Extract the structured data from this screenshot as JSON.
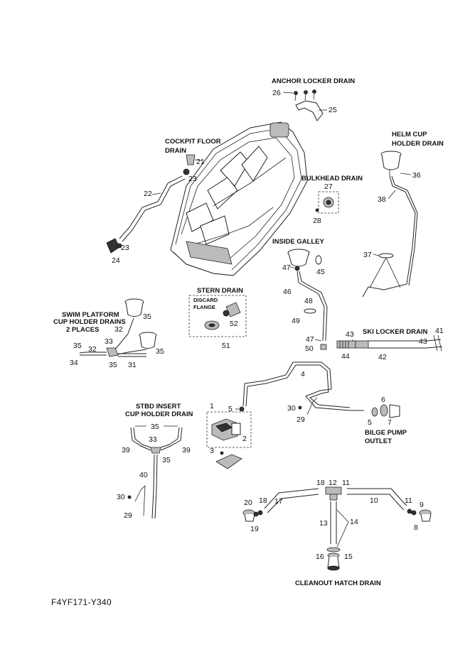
{
  "labels": {
    "anchor_locker_drain": "ANCHOR LOCKER DRAIN",
    "cockpit_floor_drain_1": "COCKPIT FLOOR",
    "cockpit_floor_drain_2": "DRAIN",
    "helm_cup_1": "HELM CUP",
    "helm_cup_2": "HOLDER DRAIN",
    "bulkhead_drain": "BULKHEAD DRAIN",
    "inside_galley": "INSIDE GALLEY",
    "stern_drain": "STERN DRAIN",
    "discard_1": "DISCARD",
    "discard_2": "FLANGE",
    "swim_platform_1": "SWIM PLATFORM",
    "swim_platform_2": "CUP HOLDER DRAINS",
    "swim_platform_3": "2 PLACES",
    "ski_locker_drain": "SKI LOCKER DRAIN",
    "stbd_insert_1": "STBD INSERT",
    "stbd_insert_2": "CUP HOLDER DRAIN",
    "bilge_pump_1": "BILGE PUMP",
    "bilge_pump_2": "OUTLET",
    "cleanout_hatch_drain": "CLEANOUT HATCH DRAIN",
    "figure_code": "F4YF171-Y340"
  },
  "callouts": {
    "c26": "26",
    "c25": "25",
    "c21": "21",
    "c23a": "23",
    "c22": "22",
    "c23b": "23",
    "c24": "24",
    "c36": "36",
    "c38": "38",
    "c37": "37",
    "c27": "27",
    "c28": "28",
    "c47a": "47",
    "c45": "45",
    "c46": "46",
    "c48": "48",
    "c49": "49",
    "c47b": "47",
    "c50": "50",
    "c52": "52",
    "c51": "51",
    "c35a": "35",
    "c32a": "32",
    "c33a": "33",
    "c35b": "35",
    "c35c": "35",
    "c34": "34",
    "c35d": "35",
    "c31": "31",
    "c32b": "32",
    "c43a": "43",
    "c41": "41",
    "c43b": "43",
    "c44": "44",
    "c42": "42",
    "c4": "4",
    "c5a": "5",
    "c1": "1",
    "c2": "2",
    "c3": "3",
    "c30a": "30",
    "c29a": "29",
    "c6": "6",
    "c5b": "5",
    "c7": "7",
    "c35e": "35",
    "c33b": "33",
    "c39a": "39",
    "c39b": "39",
    "c35f": "35",
    "c40": "40",
    "c30b": "30",
    "c29b": "29",
    "c18a": "18",
    "c12": "12",
    "c11a": "11",
    "c17": "17",
    "c10": "10",
    "c20": "20",
    "c18b": "18",
    "c19": "19",
    "c11b": "11",
    "c9": "9",
    "c8": "8",
    "c13": "13",
    "c14": "14",
    "c16": "16",
    "c15": "15"
  }
}
